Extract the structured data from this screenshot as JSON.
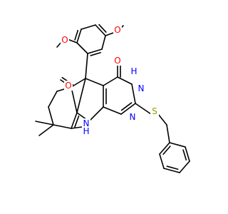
{
  "molecule": {
    "atoms": [
      {
        "id": "o-methoxy-top",
        "label": "O",
        "color": "#ff0000"
      },
      {
        "id": "o-methoxy-left",
        "label": "O",
        "color": "#ff0000"
      },
      {
        "id": "o-ketone",
        "label": "O",
        "color": "#ff0000"
      },
      {
        "id": "o-amide",
        "label": "O",
        "color": "#ff0000"
      },
      {
        "id": "n-h-ring",
        "label": "H",
        "color": "#0000ff"
      },
      {
        "id": "n-ring",
        "label": "N",
        "color": "#0000ff"
      },
      {
        "id": "n-imine",
        "label": "N",
        "color": "#0000ff"
      },
      {
        "id": "nh-bottom-n",
        "label": "N",
        "color": "#0000ff"
      },
      {
        "id": "nh-bottom-h",
        "label": "H",
        "color": "#0000ff"
      },
      {
        "id": "s-thioether",
        "label": "S",
        "color": "#999900"
      }
    ]
  }
}
